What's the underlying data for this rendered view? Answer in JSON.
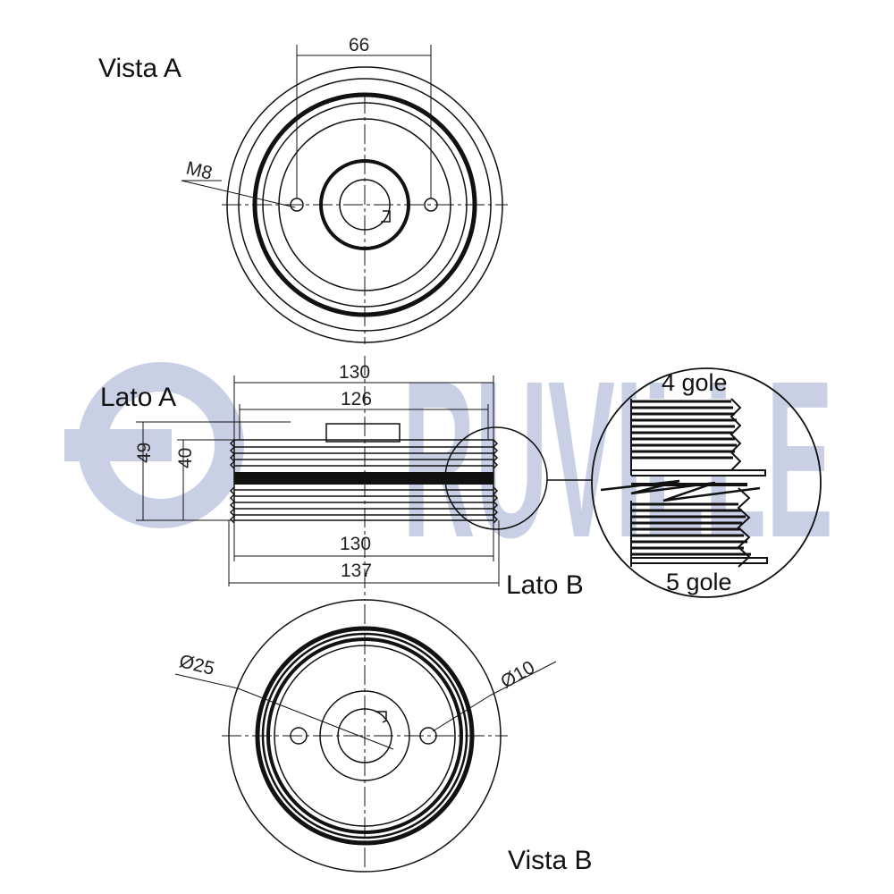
{
  "watermark": {
    "text": "RUVILLE",
    "color": "#c9d0e6"
  },
  "views": {
    "vista_a": "Vista A",
    "lato_a": "Lato A",
    "lato_b": "Lato B",
    "vista_b": "Vista B"
  },
  "dimensions": {
    "d66": "66",
    "m8": "M8",
    "d130_top": "130",
    "d126": "126",
    "d49": "49",
    "d40": "40",
    "d130_bottom": "130",
    "d137": "137",
    "dia25": "Ø25",
    "dia10": "Ø10"
  },
  "detail": {
    "top_label": "4 gole",
    "bottom_label": "5 gole"
  }
}
